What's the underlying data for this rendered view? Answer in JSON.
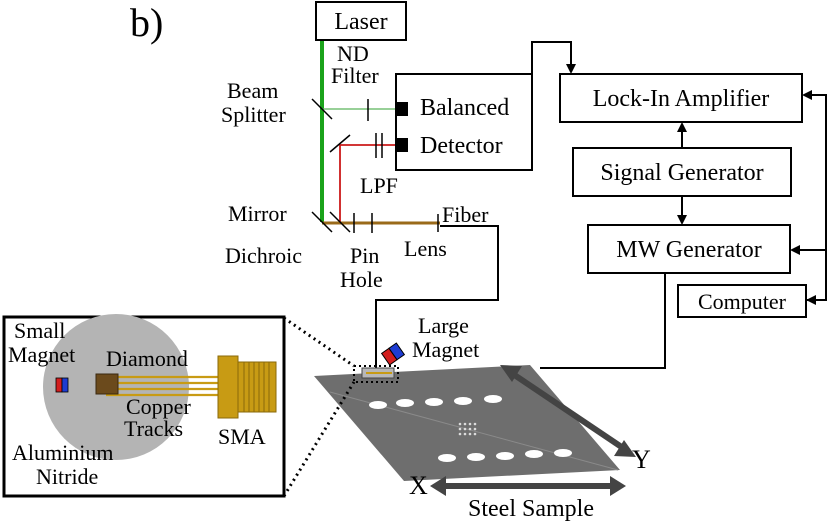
{
  "panel_label": "b)",
  "boxes": {
    "laser": "Laser",
    "balanced_detector_line1": "Balanced",
    "balanced_detector_line2": "Detector",
    "lockin": "Lock-In Amplifier",
    "siggen": "Signal Generator",
    "mwgen": "MW Generator",
    "computer": "Computer"
  },
  "labels": {
    "nd_filter_line1": "ND",
    "nd_filter_line2": "Filter",
    "beam_splitter_line1": "Beam",
    "beam_splitter_line2": "Splitter",
    "lpf": "LPF",
    "mirror": "Mirror",
    "dichroic": "Dichroic",
    "pinhole_line1": "Pin",
    "pinhole_line2": "Hole",
    "lens": "Lens",
    "fiber": "Fiber",
    "large_magnet_line1": "Large",
    "large_magnet_line2": "Magnet",
    "axis_x": "X",
    "axis_y": "Y",
    "steel_sample": "Steel Sample"
  },
  "inset": {
    "small_magnet_line1": "Small",
    "small_magnet_line2": "Magnet",
    "diamond": "Diamond",
    "copper_line1": "Copper",
    "copper_line2": "Tracks",
    "sma": "SMA",
    "aluminium_line1": "Aluminium",
    "aluminium_line2": "Nitride"
  },
  "colors": {
    "green_beam": "#1aa31a",
    "red_beam": "#cc1a1a",
    "aln_disc": "#b4b4b4",
    "steel_plate": "#6e6e6e",
    "copper": "#c89b14",
    "diamond": "#6b4a1c",
    "magnet_red": "#d21e1e",
    "magnet_blue": "#1e3cd2"
  }
}
